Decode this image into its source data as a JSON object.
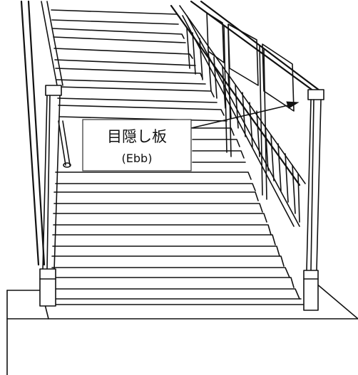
{
  "callout": {
    "title": "目隠し板",
    "subtitle": "(Ebb)"
  },
  "colors": {
    "ink": "#111111",
    "paper": "#ffffff"
  },
  "icons": {
    "arrow": "arrow-head"
  }
}
